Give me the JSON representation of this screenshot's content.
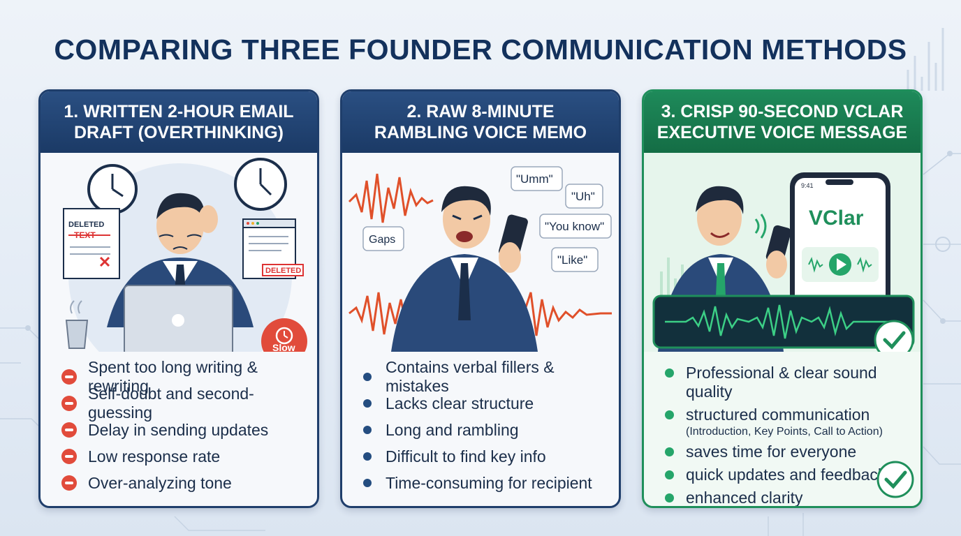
{
  "title": "COMPARING THREE FOUNDER COMMUNICATION METHODS",
  "cards": [
    {
      "heading_line1": "1. WRITTEN 2-HOUR EMAIL",
      "heading_line2": "DRAFT (OVERTHINKING)",
      "illustration": {
        "deleted_note": "DELETED",
        "deleted_text": "TEXT",
        "deleted_badge": "DELETED",
        "slow_badge": "Slow"
      },
      "items": [
        "Spent too long writing & rewriting",
        "Self-doubt and second-guessing",
        "Delay in sending updates",
        "Low response rate",
        "Over-analyzing tone"
      ]
    },
    {
      "heading_line1": "2. RAW 8-MINUTE",
      "heading_line2": "RAMBLING VOICE MEMO",
      "illustration": {
        "bubble_umm": "\"Umm\"",
        "bubble_uh": "\"Uh\"",
        "bubble_youknow": "\"You know\"",
        "bubble_like": "\"Like\"",
        "bubble_gaps": "Gaps"
      },
      "items": [
        "Contains verbal fillers & mistakes",
        "Lacks clear structure",
        "Long and rambling",
        "Difficult to find key info",
        "Time-consuming for recipient"
      ]
    },
    {
      "heading_line1": "3. CRISP 90-SECOND VCLAR",
      "heading_line2": "EXECUTIVE VOICE MESSAGE",
      "illustration": {
        "phone_time": "9:41",
        "brand": "VClar"
      },
      "items": [
        {
          "text": "Professional & clear sound quality",
          "sub": ""
        },
        {
          "text": "structured communication",
          "sub": "(Introduction, Key Points, Call to Action)"
        },
        {
          "text": "saves time for everyone",
          "sub": ""
        },
        {
          "text": "quick updates and feedback",
          "sub": ""
        },
        {
          "text": "enhanced clarity",
          "sub": ""
        }
      ]
    }
  ],
  "colors": {
    "navy": "#1b3a66",
    "green": "#1e8a5a",
    "red": "#e14b3b",
    "orange": "#f08a2a"
  }
}
